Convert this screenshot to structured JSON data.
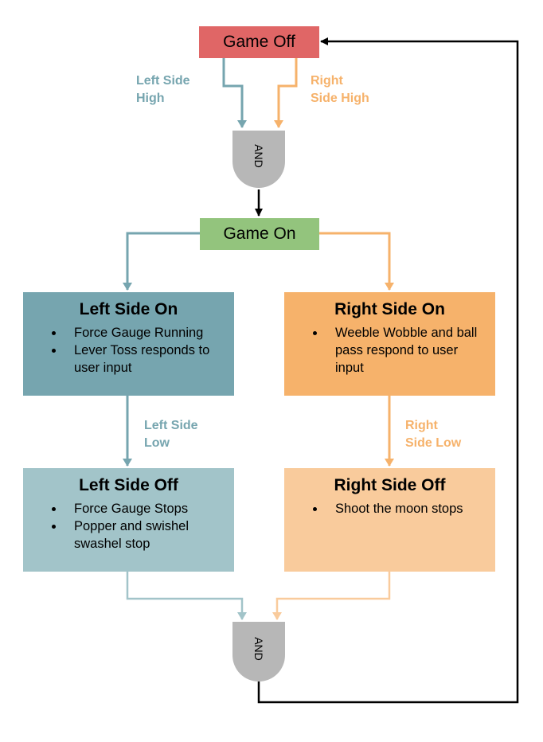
{
  "colors": {
    "off_red": "#e06666",
    "on_green": "#93c47d",
    "left_on": "#76a5af",
    "left_off": "#a2c4c9",
    "right_on": "#f6b26b",
    "right_off": "#f9cb9c",
    "gate": "#b7b7b7",
    "left_arrow": "#76a5af",
    "left_arrow_light": "#a2c4c9",
    "right_arrow": "#f6b26b",
    "right_arrow_light": "#f9cb9c",
    "label_left": "#76a5af",
    "label_right": "#f6b26b"
  },
  "nodes": {
    "game_off": "Game Off",
    "game_on": "Game On",
    "gate_top": "AND",
    "gate_bottom": "AND",
    "left_on": {
      "title": "Left Side On",
      "items": [
        "Force Gauge Running",
        "Lever Toss responds to user input"
      ]
    },
    "right_on": {
      "title": "Right Side On",
      "items": [
        "Weeble Wobble and ball pass respond to user input"
      ]
    },
    "left_off": {
      "title": "Left Side Off",
      "items": [
        "Force Gauge Stops",
        "Popper and swishel swashel stop"
      ]
    },
    "right_off": {
      "title": "Right Side Off",
      "items": [
        "Shoot the moon stops"
      ]
    }
  },
  "edge_labels": {
    "left_high": [
      "Left Side",
      "High"
    ],
    "right_high": [
      "Right",
      "Side High"
    ],
    "left_low": [
      "Left Side",
      "Low"
    ],
    "right_low": [
      "Right",
      "Side Low"
    ]
  }
}
